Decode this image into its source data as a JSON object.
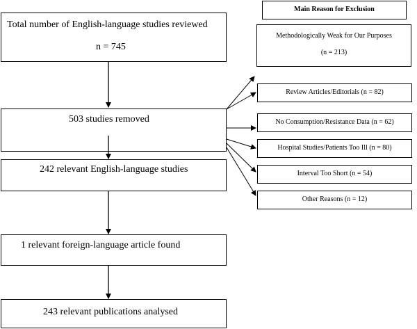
{
  "flow": {
    "total": {
      "label": "Total number of English-language studies reviewed",
      "count": "n = 745"
    },
    "removed": {
      "label": "503 studies removed"
    },
    "relevant_english": {
      "label": "242 relevant English-language studies"
    },
    "foreign": {
      "label": "1 relevant foreign-language article found"
    },
    "analysed": {
      "label": "243 relevant publications analysed"
    }
  },
  "exclusion": {
    "header": "Main Reason for Exclusion",
    "method_weak": {
      "label": "Methodologically Weak for Our Purposes",
      "count": "(n = 213)"
    },
    "reasons": [
      {
        "label": "Review Articles/Editorials (n = 82)"
      },
      {
        "label": "No Consumption/Resistance Data (n = 62)"
      },
      {
        "label": "Hospital Studies/Patients Too Ill (n = 80)"
      },
      {
        "label": "Interval Too Short (n = 54)"
      },
      {
        "label": "Other Reasons (n = 12)"
      }
    ]
  }
}
